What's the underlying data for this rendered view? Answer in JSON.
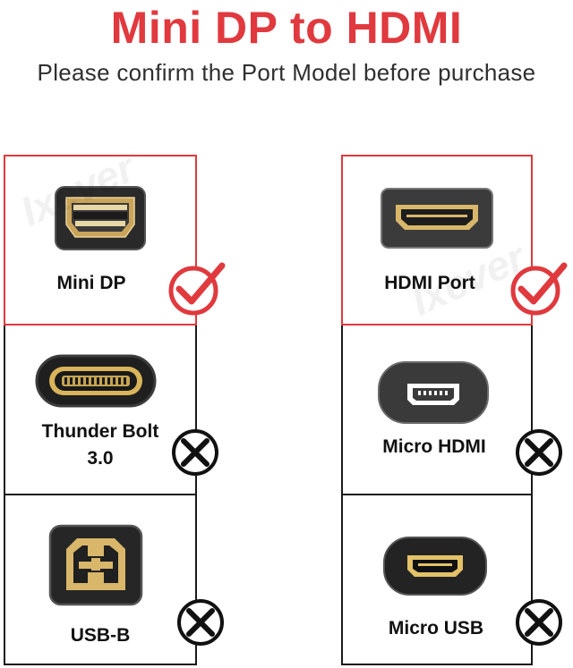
{
  "header": {
    "title": "Mini DP to HDMI",
    "subtitle": "Please confirm the Port Model before purchase"
  },
  "colors": {
    "accent": "#e0393e",
    "text": "#111111",
    "port_body": "#2b2b2b",
    "gold": "#d8b66a"
  },
  "left_column": [
    {
      "label": "Mini DP",
      "status": "check",
      "icon": "mini-dp-port-icon"
    },
    {
      "label": "Thunder Bolt\n3.0",
      "status": "cross",
      "icon": "thunderbolt-port-icon"
    },
    {
      "label": "USB-B",
      "status": "cross",
      "icon": "usb-b-port-icon"
    }
  ],
  "right_column": [
    {
      "label": "HDMI Port",
      "status": "check",
      "icon": "hdmi-port-icon"
    },
    {
      "label": "Micro HDMI",
      "status": "cross",
      "icon": "micro-hdmi-port-icon"
    },
    {
      "label": "Micro USB",
      "status": "cross",
      "icon": "micro-usb-port-icon"
    }
  ],
  "watermark_text": "Ixever"
}
